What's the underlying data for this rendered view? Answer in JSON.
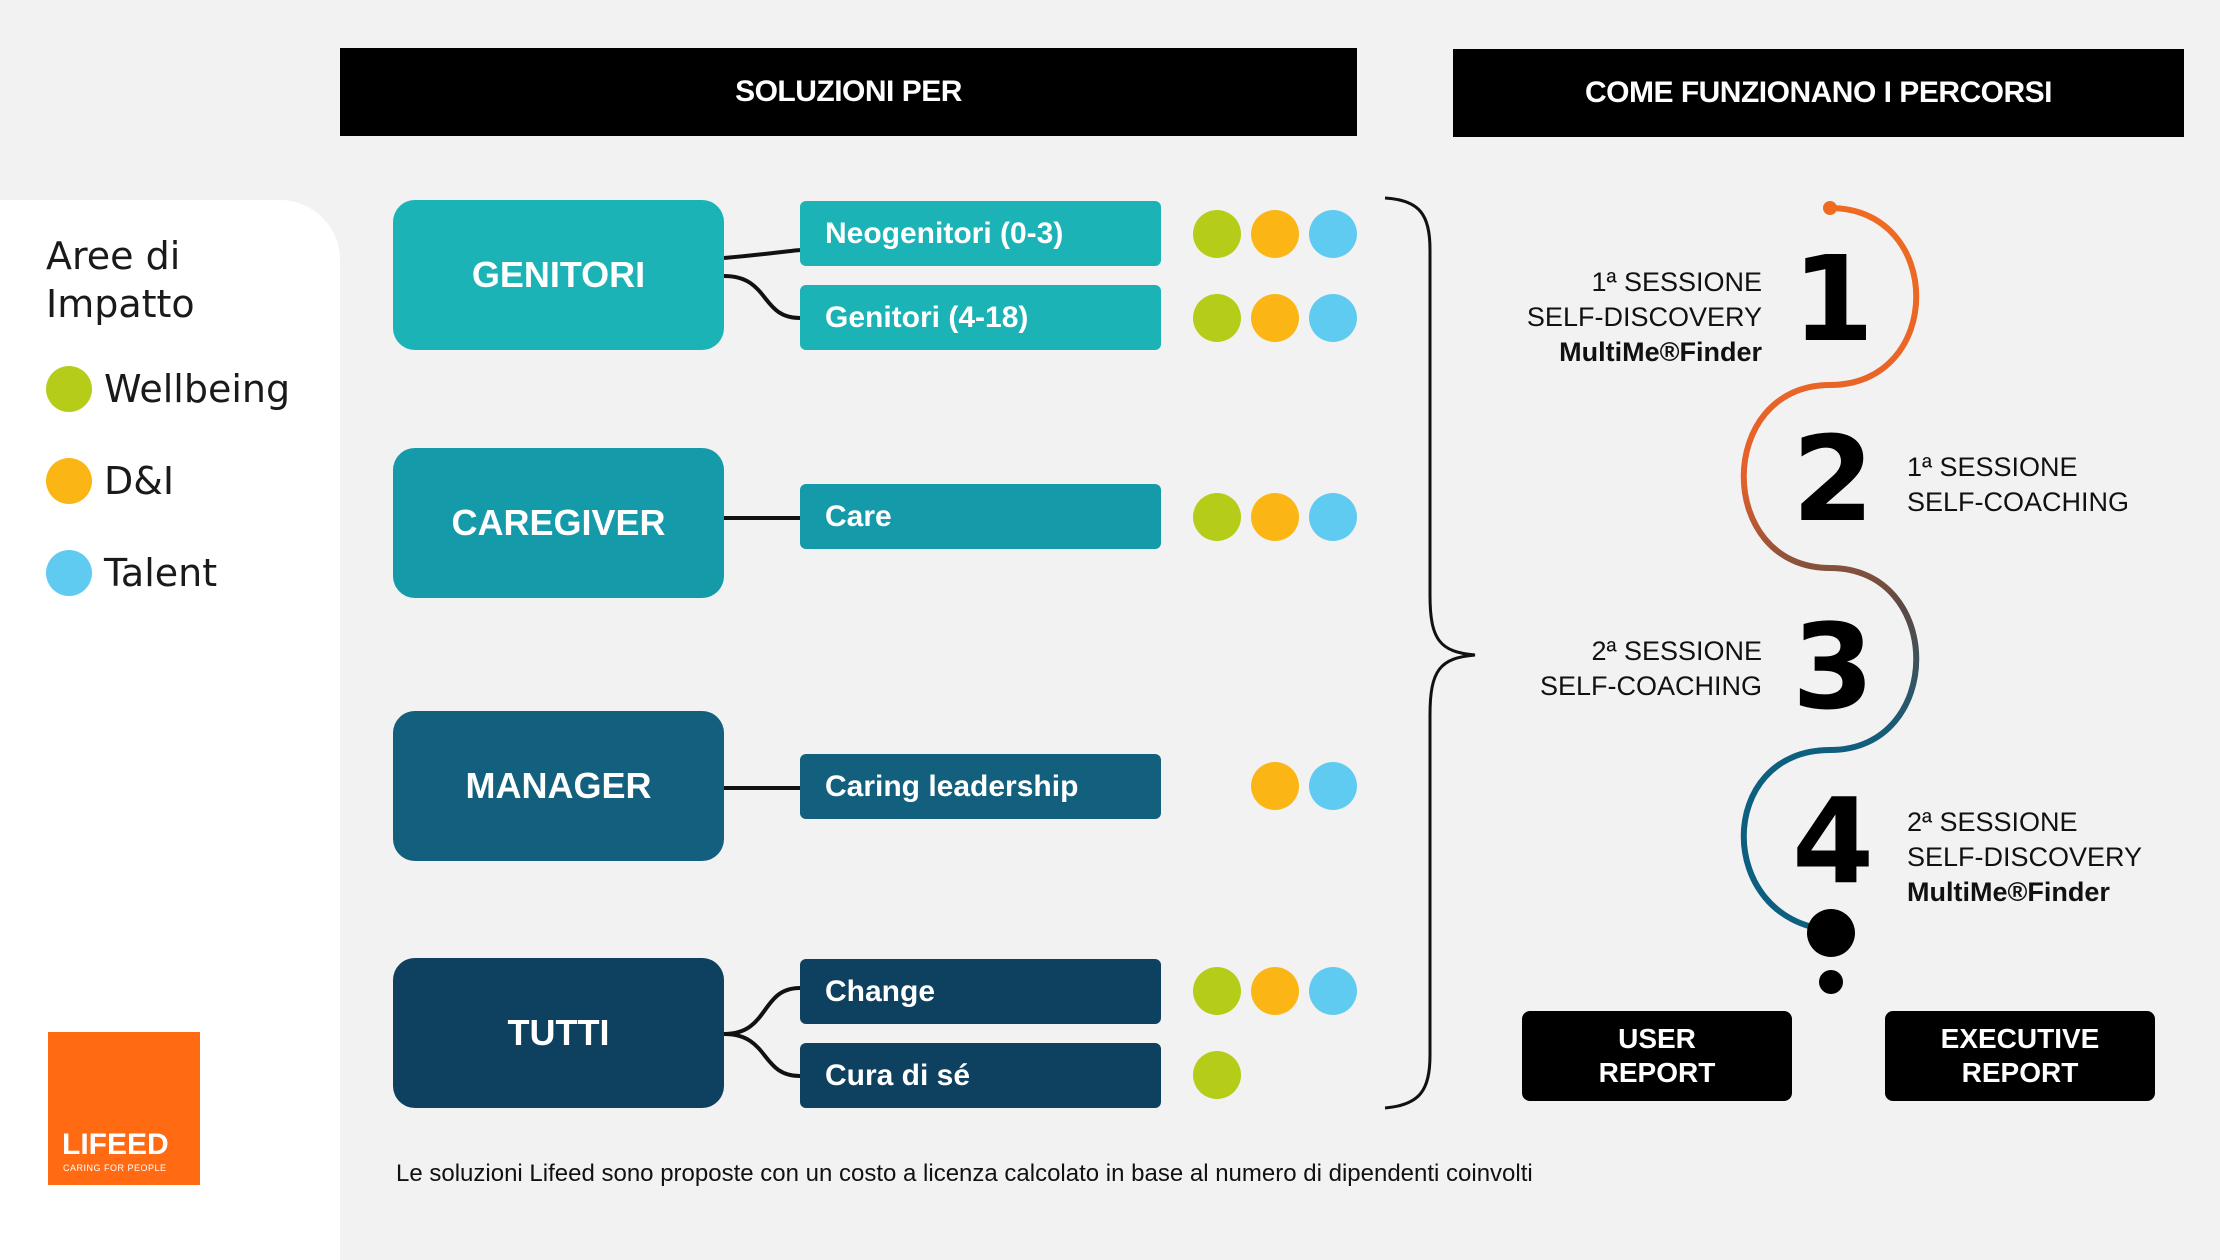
{
  "legend": {
    "title_line1": "Aree di",
    "title_line2": "Impatto",
    "items": [
      {
        "label": "Wellbeing",
        "color": "#b5cc18"
      },
      {
        "label": "D&I",
        "color": "#fbb615"
      },
      {
        "label": "Talent",
        "color": "#5fcbf0"
      }
    ]
  },
  "logo": {
    "name": "LIFEED",
    "tagline": "CARING FOR PEOPLE",
    "color": "#ff6a13"
  },
  "headers": {
    "solutions": "SOLUZIONI PER",
    "process": "COME FUNZIONANO I PERCORSI"
  },
  "categories": [
    {
      "label": "GENITORI",
      "color": "#1bb3b5",
      "solutions": [
        {
          "label": "Neogenitori (0-3)",
          "areas": [
            "Wellbeing",
            "D&I",
            "Talent"
          ]
        },
        {
          "label": "Genitori (4-18)",
          "areas": [
            "Wellbeing",
            "D&I",
            "Talent"
          ]
        }
      ]
    },
    {
      "label": "CAREGIVER",
      "color": "#159aa9",
      "solutions": [
        {
          "label": "Care",
          "areas": [
            "Wellbeing",
            "D&I",
            "Talent"
          ]
        }
      ]
    },
    {
      "label": "MANAGER",
      "color": "#12607d",
      "solutions": [
        {
          "label": "Caring leadership",
          "areas": [
            "D&I",
            "Talent"
          ]
        }
      ]
    },
    {
      "label": "TUTTI",
      "color": "#0e4060",
      "solutions": [
        {
          "label": "Change",
          "areas": [
            "Wellbeing",
            "D&I",
            "Talent"
          ]
        },
        {
          "label": "Cura di sé",
          "areas": [
            "Wellbeing"
          ]
        }
      ]
    }
  ],
  "steps": [
    {
      "number": "1",
      "line1": "1ª SESSIONE",
      "line2": "SELF-DISCOVERY",
      "tool": "MultiMe®Finder"
    },
    {
      "number": "2",
      "line1": "1ª SESSIONE",
      "line2": "SELF-COACHING",
      "tool": ""
    },
    {
      "number": "3",
      "line1": "2ª SESSIONE",
      "line2": "SELF-COACHING",
      "tool": ""
    },
    {
      "number": "4",
      "line1": "2ª SESSIONE",
      "line2": "SELF-DISCOVERY",
      "tool": "MultiMe®Finder"
    }
  ],
  "path_colors": [
    "#f06b22",
    "#0d5f80"
  ],
  "reports": [
    {
      "line1": "USER",
      "line2": "REPORT"
    },
    {
      "line1": "EXECUTIVE",
      "line2": "REPORT"
    }
  ],
  "footnote": "Le soluzioni Lifeed sono proposte con un costo a licenza calcolato in base al numero di dipendenti coinvolti"
}
